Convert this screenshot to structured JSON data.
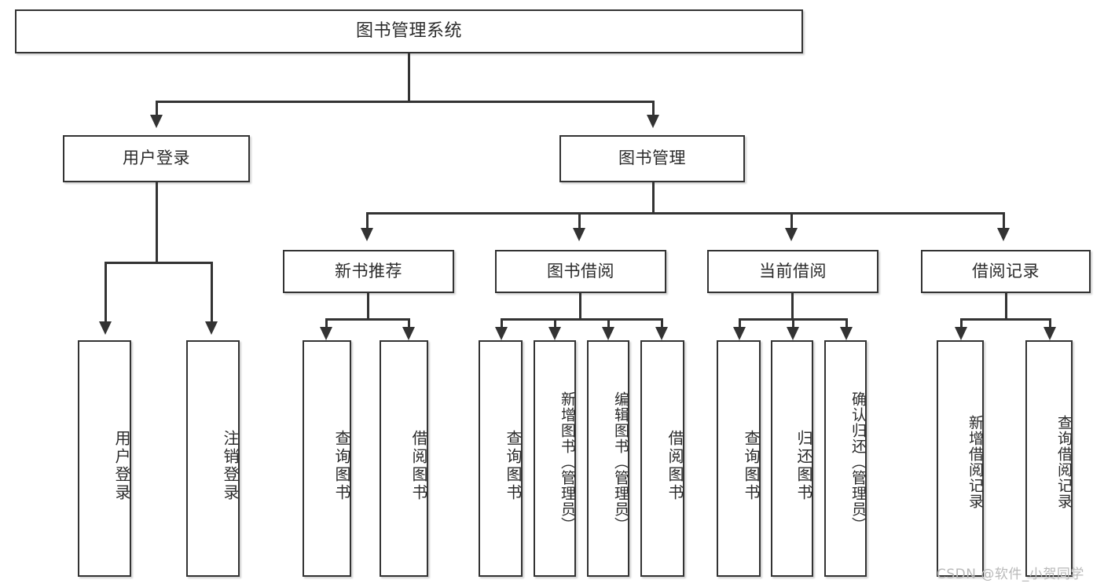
{
  "diagram": {
    "title": "图书管理系统",
    "root": {
      "label": "图书管理系统"
    },
    "level2": [
      {
        "label": "用户登录"
      },
      {
        "label": "图书管理"
      }
    ],
    "level3": [
      {
        "label": "新书推荐"
      },
      {
        "label": "图书借阅"
      },
      {
        "label": "当前借阅"
      },
      {
        "label": "借阅记录"
      }
    ],
    "leaves": {
      "user_login": [
        {
          "label": "用户登录"
        },
        {
          "label": "注销登录"
        }
      ],
      "new_book_recommend": [
        {
          "label": "查询图书"
        },
        {
          "label": "借阅图书"
        }
      ],
      "book_borrow": [
        {
          "label": "查询图书"
        },
        {
          "label": "新增图书（管理员）"
        },
        {
          "label": "编辑图书（管理员）"
        },
        {
          "label": "借阅图书"
        }
      ],
      "current_borrow": [
        {
          "label": "查询图书"
        },
        {
          "label": "归还图书"
        },
        {
          "label": "确认归还（管理员）"
        }
      ],
      "borrow_record": [
        {
          "label": "新增借阅记录"
        },
        {
          "label": "查询借阅记录"
        }
      ]
    }
  },
  "watermark": {
    "text": "CSDN @软件_小贺同学"
  },
  "colors": {
    "box_border": "#333333",
    "box_fill": "#ffffff",
    "text": "#2b2b2b",
    "connector": "#333333",
    "watermark": "#b9b9b9",
    "background": "#ffffff"
  }
}
